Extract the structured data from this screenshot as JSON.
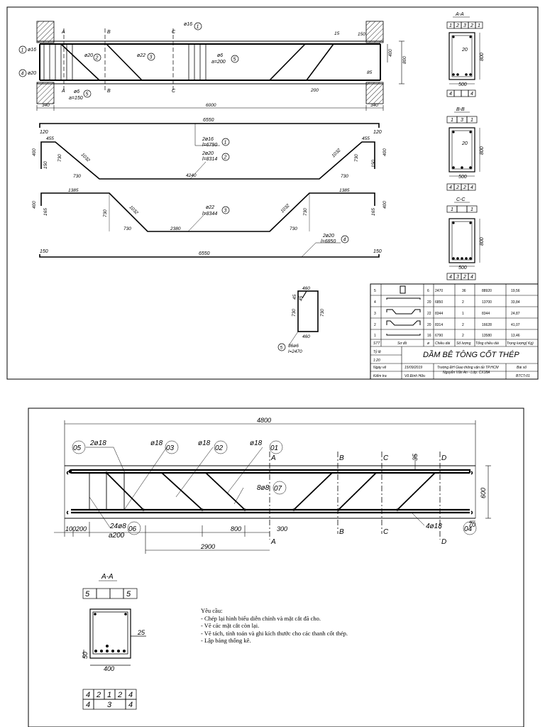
{
  "sheet1": {
    "elevation": {
      "rebar_labels": {
        "top": "ø16",
        "top_num": "1",
        "bend1": "ø20",
        "bend1_num": "2",
        "bend2": "ø22",
        "bend2_num": "3",
        "stirrup": "ø6",
        "stirrup_spacing": "a=200",
        "stirrup_num": "5",
        "stirrup2": "ø6",
        "stirrup2_spacing": "a=150",
        "stirrup2_num": "5",
        "left_top": "ø16",
        "left_top_num": "1",
        "left_bot": "ø20",
        "left_bot_num": "4"
      },
      "sections": [
        "A",
        "B",
        "C"
      ],
      "dims": {
        "support_left": "340",
        "span": "6000",
        "support_right": "340",
        "height": "800",
        "inner_h": "400",
        "end_bend": "200",
        "cover": "85",
        "top_stub": "150",
        "small": "15"
      }
    },
    "bars": [
      {
        "num": "1",
        "label": "2ø16",
        "length": "l=6790",
        "dims": [
          "6550",
          "120",
          "120"
        ]
      },
      {
        "num": "2",
        "label": "2ø20",
        "length": "l=8314",
        "dims": [
          "455",
          "400",
          "150",
          "730",
          "1032",
          "730",
          "4240",
          "730",
          "1032",
          "730",
          "455",
          "400",
          "150"
        ]
      },
      {
        "num": "3",
        "label": "ø22",
        "length": "l=8344",
        "dims": [
          "1385",
          "400",
          "165",
          "730",
          "1032",
          "730",
          "2380",
          "730",
          "1032",
          "730",
          "1385",
          "400",
          "165"
        ]
      },
      {
        "num": "4",
        "label": "2ø20",
        "length": "l=6850",
        "dims": [
          "150",
          "6550",
          "150"
        ]
      },
      {
        "num": "5",
        "label": "36ø6",
        "length": "l=2470",
        "dims": [
          "460",
          "45",
          "45",
          "730",
          "730",
          "460"
        ]
      }
    ],
    "sections": [
      {
        "title": "A-A",
        "top_row": [
          "1",
          "2",
          "3",
          "2",
          "1"
        ],
        "bottom_row": [
          "4",
          "",
          "",
          "4"
        ],
        "width": "500",
        "height": "800",
        "cover": "20"
      },
      {
        "title": "B-B",
        "top_row": [
          "1",
          "3",
          "1"
        ],
        "bottom_row": [
          "4",
          "2",
          "2",
          "4"
        ],
        "width": "500",
        "height": "800",
        "cover": "20"
      },
      {
        "title": "C-C",
        "top_row": [
          "1",
          "",
          "1"
        ],
        "bottom_row": [
          "4",
          "3",
          "2",
          "4"
        ],
        "width": "500",
        "height": "800",
        "cover": ""
      }
    ],
    "table": {
      "rows": [
        {
          "stt": "5",
          "dia": "6",
          "len": "2470",
          "count": "36",
          "total": "88920",
          "weight": "19,56"
        },
        {
          "stt": "4",
          "dia": "20",
          "len": "6850",
          "count": "2",
          "total": "13700",
          "weight": "33,84"
        },
        {
          "stt": "3",
          "dia": "22",
          "len": "8344",
          "count": "1",
          "total": "8344",
          "weight": "24,87"
        },
        {
          "stt": "2",
          "dia": "20",
          "len": "8314",
          "count": "2",
          "total": "16628",
          "weight": "41,07"
        },
        {
          "stt": "1",
          "dia": "16",
          "len": "6790",
          "count": "2",
          "total": "13580",
          "weight": "13,46"
        }
      ],
      "headers": [
        "STT",
        "Sơ đồ",
        "ø",
        "Chiều dài",
        "Số lượng",
        "Tổng chiều dài",
        "Trọng lượng( Kg)"
      ],
      "title_block": {
        "scale_label": "Tỷ lệ",
        "scale": "1:20",
        "drawing_title": "DẦM BÊ TÔNG CỐT THÉP",
        "date_label": "Ngày vẽ",
        "date": "15/09/2019",
        "school": "Trường ĐH Giao thông vận tải TP.HCM",
        "student": "Nguyễn Văn An - Lớp: CX18A",
        "sheet_label": "Bài số",
        "sheet_no": "BTCT-01",
        "check_label": "Kiểm tra",
        "checker": "Vũ Đình Hữu"
      }
    }
  },
  "sheet2": {
    "dims": {
      "total": "4800",
      "height": "600",
      "top_cover": "35",
      "d1": "100",
      "d2": "200",
      "d3": "800",
      "d4": "300",
      "d5": "2900",
      "right_cover": "70"
    },
    "labels": {
      "b05": "2ø18",
      "n05": "05",
      "b03": "ø18",
      "n03": "03",
      "b02": "ø18",
      "n02": "02",
      "b01": "ø18",
      "n01": "01",
      "b07": "8ø8",
      "n07": "07",
      "b06": "24ø8",
      "b06_spacing": "a200",
      "n06": "06",
      "b04": "4ø18",
      "n04": "04"
    },
    "section_marks": [
      "A",
      "B",
      "C",
      "D"
    ],
    "section": {
      "title": "A-A",
      "top_row": [
        "5",
        "",
        "",
        "5"
      ],
      "width": "400",
      "cover_side": "25",
      "cover_bottom": "50",
      "bottom_rows": [
        [
          "4",
          "2",
          "1",
          "2",
          "4"
        ],
        [
          "4",
          "",
          "3",
          "",
          "4"
        ]
      ]
    },
    "requirements": {
      "title": "Yêu cầu:",
      "items": [
        "- Chép lại hình biểu diễn chính và mặt cắt đã cho.",
        "- Vẽ các mặt cắt còn lại.",
        "- Vẽ tách, tính toán và ghi kích thước cho các thanh cốt thép.",
        "- Lập bảng thống kê."
      ]
    }
  }
}
